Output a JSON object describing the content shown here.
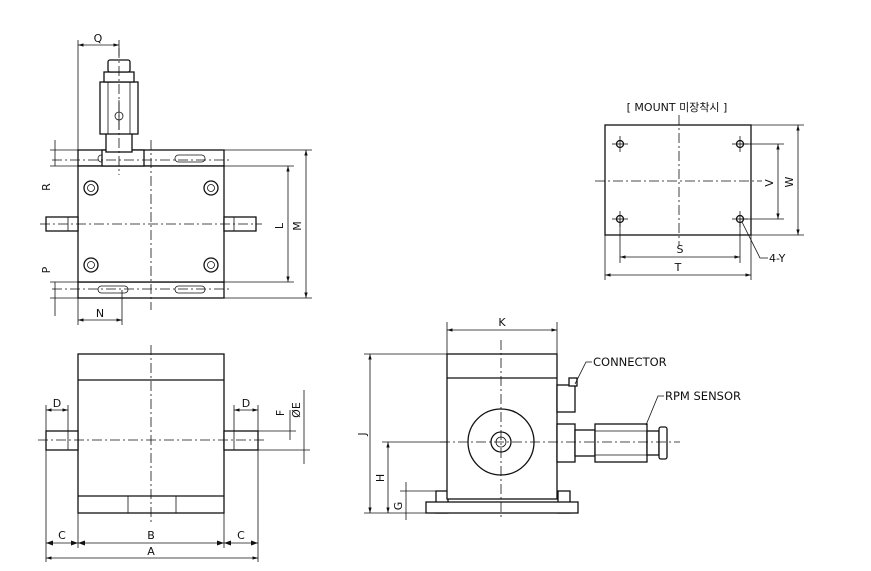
{
  "mount_title": "[ MOUNT 미장착시 ]",
  "callouts": {
    "connector": "CONNECTOR",
    "rpm_sensor": "RPM SENSOR",
    "holes": "4-Y"
  },
  "dims": {
    "A": "A",
    "B": "B",
    "C": "C",
    "D": "D",
    "E": "ØE",
    "F": "F",
    "G": "G",
    "H": "H",
    "J": "J",
    "K": "K",
    "L": "L",
    "M": "M",
    "N": "N",
    "P": "P",
    "Q": "Q",
    "R": "R",
    "S": "S",
    "T": "T",
    "V": "V",
    "W": "W"
  }
}
